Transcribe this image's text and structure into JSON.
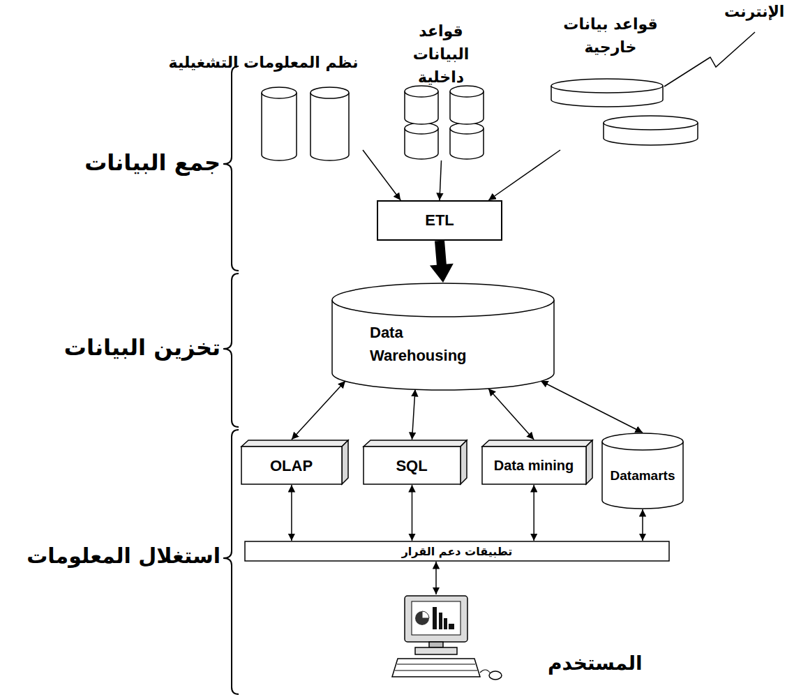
{
  "diagram": {
    "nodes": [
      {
        "text": [
          "نظم المعلومات التشغيلية"
        ]
      },
      {
        "text": [
          "قواعد البيانات داخلية"
        ]
      },
      {
        "text": [
          "قواعد بيانات خارجية"
        ]
      },
      {
        "text": [
          "ETL"
        ]
      },
      {
        "text": [
          "Data Warehousing"
        ]
      },
      {
        "text": [
          "OLAP"
        ]
      },
      {
        "text": [
          "SQL"
        ]
      },
      {
        "text": [
          "Data mining"
        ]
      },
      {
        "text": [
          "Datamarts"
        ]
      },
      {
        "text": [
          "تطبيقات دعم القرار"
        ]
      },
      {
        "text": [
          "المستخدم"
        ]
      }
    ],
    "edges": [
      {
        "from": 0,
        "to": 3,
        "arrow": "to"
      },
      {
        "from": 1,
        "to": 3,
        "arrow": "to"
      },
      {
        "from": 2,
        "to": 3,
        "arrow": "to"
      },
      {
        "from": 3,
        "to": 4,
        "arrow": "to"
      },
      {
        "from": 4,
        "to": 5,
        "arrow": "both"
      },
      {
        "from": 4,
        "to": 6,
        "arrow": "both"
      },
      {
        "from": 4,
        "to": 7,
        "arrow": "both"
      },
      {
        "from": 4,
        "to": 8,
        "arrow": "both"
      },
      {
        "from": 5,
        "to": 9,
        "arrow": "both"
      },
      {
        "from": 6,
        "to": 9,
        "arrow": "both"
      },
      {
        "from": 7,
        "to": 9,
        "arrow": "both"
      },
      {
        "from": 8,
        "to": 9,
        "arrow": "both"
      },
      {
        "from": 9,
        "to": 10,
        "arrow": "both"
      }
    ],
    "labels": [
      "جمع البيانات",
      "تخزين البيانات",
      "استغلال المعلومات",
      "الإنترنت"
    ]
  }
}
